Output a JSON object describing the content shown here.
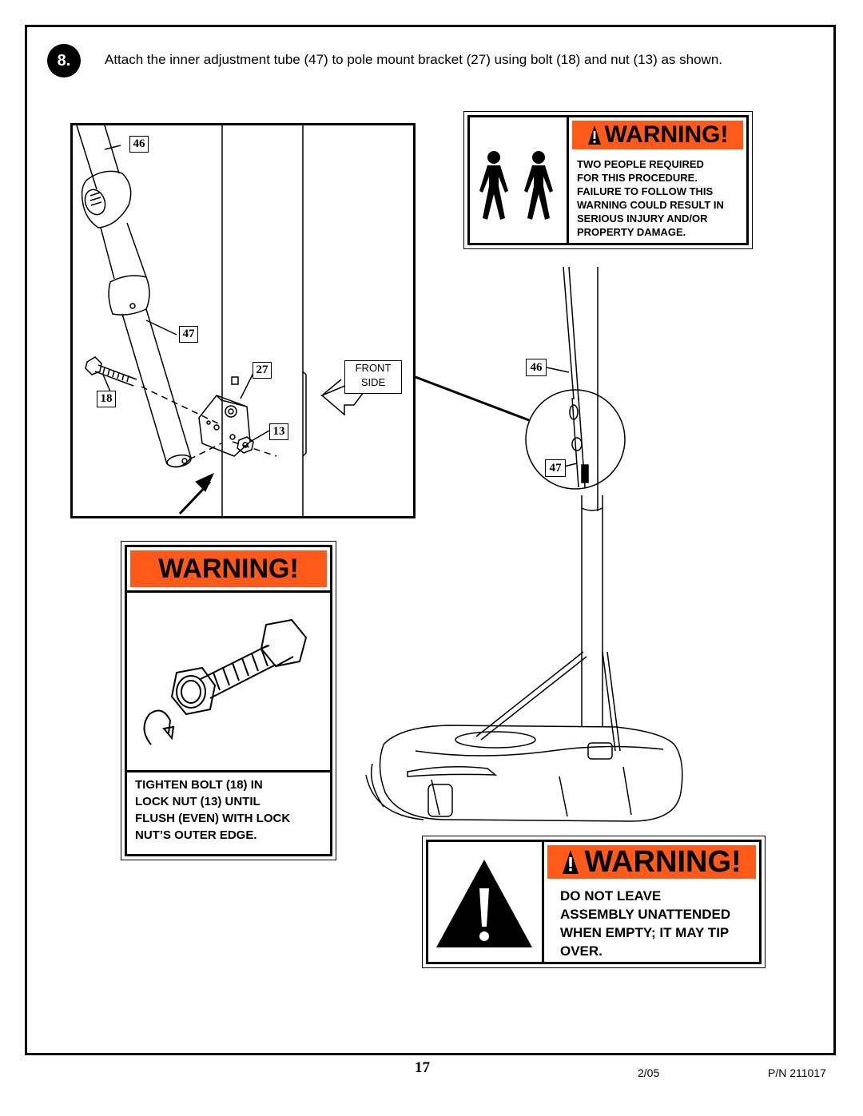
{
  "step": {
    "number": "8.",
    "instruction": "Attach the inner adjustment tube (47) to pole mount bracket (27) using bolt (18) and nut (13) as shown."
  },
  "detail_callouts": {
    "c46": "46",
    "c47": "47",
    "c27": "27",
    "c18": "18",
    "c13": "13",
    "front_side_line1": "FRONT",
    "front_side_line2": "SIDE"
  },
  "overview_callouts": {
    "c46": "46",
    "c47": "47"
  },
  "warning_people": {
    "title": "WARNING!",
    "lines": [
      "TWO PEOPLE REQUIRED",
      "FOR THIS PROCEDURE.",
      "FAILURE TO FOLLOW THIS",
      "WARNING COULD RESULT IN",
      "SERIOUS INJURY AND/OR",
      "PROPERTY DAMAGE."
    ]
  },
  "warning_bolt": {
    "title": "WARNING!",
    "lines": [
      "TIGHTEN BOLT (18) IN",
      "LOCK NUT (13) UNTIL",
      "FLUSH (EVEN) WITH LOCK",
      "NUT’S OUTER EDGE."
    ]
  },
  "warning_tip": {
    "title": "WARNING!",
    "lines": [
      "DO NOT LEAVE",
      "ASSEMBLY UNATTENDED",
      "WHEN EMPTY; IT MAY TIP",
      "OVER."
    ]
  },
  "footer": {
    "page": "17",
    "date": "2/05",
    "part_number": "P/N 211017"
  },
  "colors": {
    "warning_orange": "#ff5a1a",
    "ink": "#000000"
  }
}
